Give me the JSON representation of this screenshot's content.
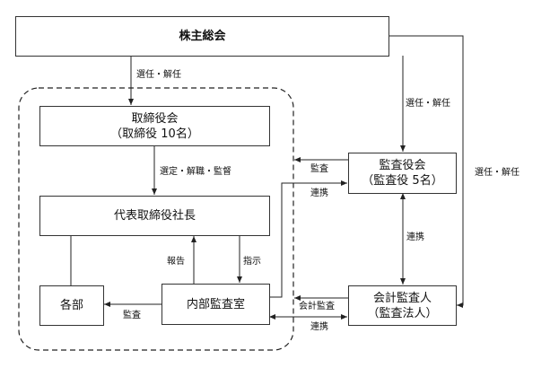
{
  "nodes": {
    "shareholders": {
      "label": "株主総会"
    },
    "board": {
      "line1": "取締役会",
      "line2": "（取締役 10名）"
    },
    "president": {
      "label": "代表取締役社長"
    },
    "departments": {
      "label": "各部"
    },
    "internal_audit": {
      "label": "内部監査室"
    },
    "auditors_board": {
      "line1": "監査役会",
      "line2": "（監査役 5名）"
    },
    "accounting_auditor": {
      "line1": "会計監査人",
      "line2": "（監査法人）"
    }
  },
  "edges": {
    "sh_to_board": "選任・解任",
    "sh_to_auditors": "選任・解任",
    "sh_to_accounting": "選任・解任",
    "board_to_president": "選定・解職・監督",
    "report": "報告",
    "instruct": "指示",
    "audit_departments": "監査",
    "auditors_audit": "監査",
    "auditors_coop": "連携",
    "auditors_accounting_coop": "連携",
    "accounting_audit": "会計監査",
    "accounting_coop": "連携"
  }
}
